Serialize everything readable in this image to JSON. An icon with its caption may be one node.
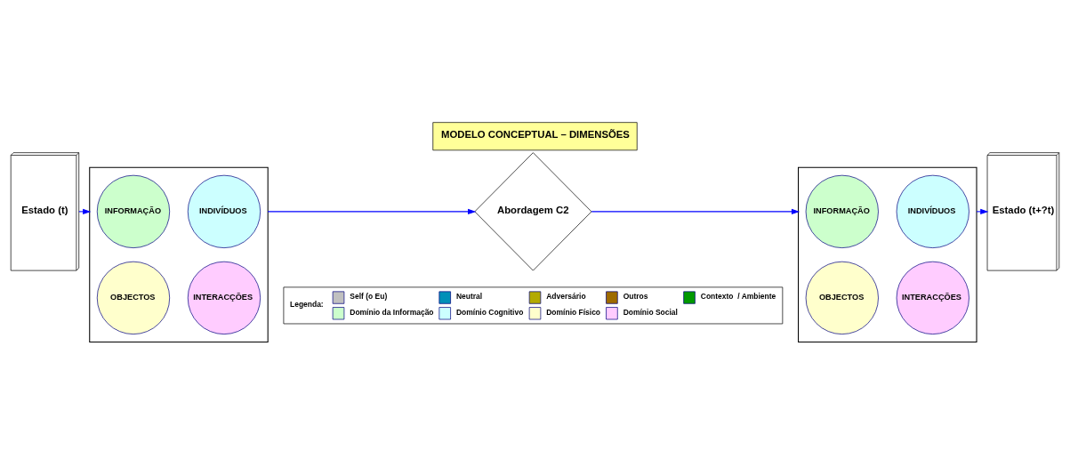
{
  "diagram": {
    "title": "MODELO CONCEPTUAL – DIMENSÕES",
    "nodes": [
      {
        "text": [
          "Estado (t)"
        ]
      },
      {
        "text": [],
        "shape": "box"
      },
      {
        "text": [
          "INFORMAÇÃO"
        ],
        "in": 1
      },
      {
        "text": [
          "INDIVÍDUOS"
        ],
        "in": 1
      },
      {
        "text": [
          "OBJECTOS"
        ],
        "in": 1
      },
      {
        "text": [
          "INTERACÇÕES"
        ],
        "in": 1
      },
      {
        "text": [
          "Abordagem C2"
        ]
      },
      {
        "text": [],
        "shape": "box"
      },
      {
        "text": [
          "INFORMAÇÃO"
        ],
        "in": 7
      },
      {
        "text": [
          "INDIVÍDUOS"
        ],
        "in": 7
      },
      {
        "text": [
          "OBJECTOS"
        ],
        "in": 7
      },
      {
        "text": [
          "INTERACÇÕES"
        ],
        "in": 7
      },
      {
        "text": [
          "Estado (t+?t)"
        ]
      }
    ],
    "edges": [
      {
        "from": 0,
        "to": 1,
        "arrow": "to"
      },
      {
        "from": 1,
        "to": 6,
        "arrow": "to"
      },
      {
        "from": 6,
        "to": 7,
        "arrow": "to"
      },
      {
        "from": 7,
        "to": 12,
        "arrow": "to"
      }
    ],
    "labels": [
      "Legenda:"
    ],
    "legend": [
      {
        "text": "Self (o Eu)",
        "color": "#c0c0c0"
      },
      {
        "text": "Neutral",
        "color": "#0090b8"
      },
      {
        "text": "Adversário",
        "color": "#b3aa00"
      },
      {
        "text": "Outros",
        "color": "#9e6b00"
      },
      {
        "text": "Contexto  / Ambiente",
        "color": "#009900"
      },
      {
        "text": "Domínio da Informação",
        "color": "#ccffcc"
      },
      {
        "text": "Domínio Cognitivo",
        "color": "#ccffff"
      },
      {
        "text": "Domínio Físico",
        "color": "#ffffcc"
      },
      {
        "text": "Domínio Social",
        "color": "#ffccff"
      }
    ]
  }
}
